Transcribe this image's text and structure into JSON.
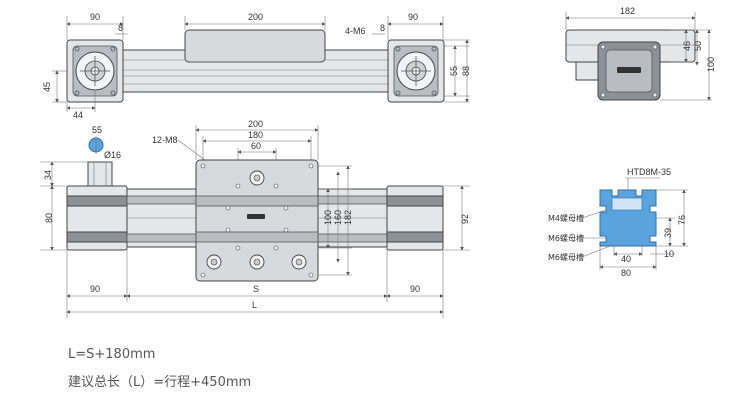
{
  "top_view": {
    "dims": {
      "left_width": "90",
      "left_offset": "8",
      "carriage_width": "200",
      "thread": "4-M6",
      "right_offset": "8",
      "right_width": "90",
      "left_height": "45",
      "bottom_offset": "44",
      "right_inner": "55",
      "right_outer": "88"
    }
  },
  "end_view": {
    "dims": {
      "width": "182",
      "h1": "46",
      "h2": "50",
      "h3": "100"
    }
  },
  "front_view": {
    "dims": {
      "shaft_key": "55",
      "shaft_dia": "Ø16",
      "holes": "12-M8",
      "plate_w1": "200",
      "plate_w2": "180",
      "plate_w3": "60",
      "height_34": "34",
      "height_80": "80",
      "v100": "100",
      "v160": "160",
      "v182": "182",
      "v92": "92",
      "left_90": "90",
      "stroke_s": "S",
      "right_90": "90",
      "total_l": "L"
    }
  },
  "profile_view": {
    "belt": "HTD8M-35",
    "label_m4": "M4螺母槽",
    "label_m6a": "M6螺母槽",
    "label_m6b": "M6螺母槽",
    "dim_39": "39",
    "dim_76": "76",
    "dim_10": "10",
    "dim_40": "40",
    "dim_80": "80"
  },
  "notes": {
    "formula": "L=S+180mm",
    "recommended": "建议总长（L）=行程+450mm"
  }
}
